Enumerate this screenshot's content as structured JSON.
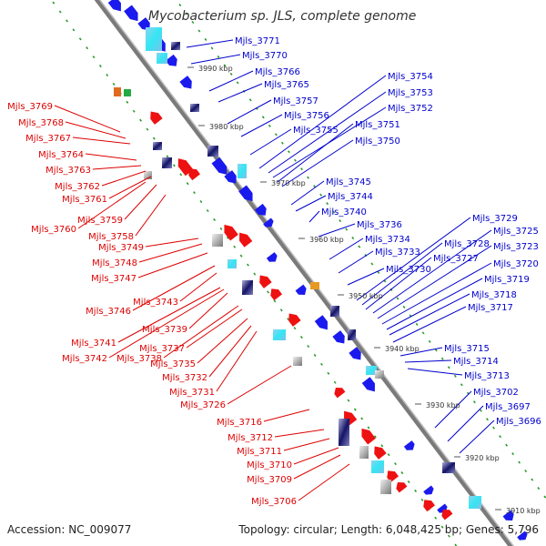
{
  "title": "Mycobacterium sp. JLS, complete genome",
  "footer": {
    "accession": "Accession: NC_009077",
    "summary": "Topology: circular; Length: 6,048,425 bp; Genes: 5,796"
  },
  "colors": {
    "forward_label": "#0000cc",
    "reverse_label": "#dd0000",
    "backbone": "#7a7a7a",
    "tick_marks": "#2a9a2a",
    "forward_gene": "#1a1aee",
    "reverse_gene": "#ee1111"
  },
  "kbp_ticks": [
    "3990 kbp",
    "3980 kbp",
    "3970 kbp",
    "3960 kbp",
    "3950 kbp",
    "3940 kbp",
    "3930 kbp",
    "3920 kbp",
    "3910 kbp"
  ],
  "forward_genes": [
    "Mjls_3771",
    "Mjls_3770",
    "Mjls_3766",
    "Mjls_3765",
    "Mjls_3757",
    "Mjls_3756",
    "Mjls_3755",
    "Mjls_3754",
    "Mjls_3753",
    "Mjls_3752",
    "Mjls_3751",
    "Mjls_3750",
    "Mjls_3745",
    "Mjls_3744",
    "Mjls_3740",
    "Mjls_3736",
    "Mjls_3734",
    "Mjls_3733",
    "Mjls_3730",
    "Mjls_3729",
    "Mjls_3728",
    "Mjls_3727",
    "Mjls_3725",
    "Mjls_3723",
    "Mjls_3720",
    "Mjls_3719",
    "Mjls_3718",
    "Mjls_3717",
    "Mjls_3715",
    "Mjls_3714",
    "Mjls_3713",
    "Mjls_3702",
    "Mjls_3697",
    "Mjls_3696"
  ],
  "reverse_genes": [
    "Mjls_3769",
    "Mjls_3768",
    "Mjls_3767",
    "Mjls_3764",
    "Mjls_3763",
    "Mjls_3762",
    "Mjls_3761",
    "Mjls_3759",
    "Mjls_3760",
    "Mjls_3758",
    "Mjls_3749",
    "Mjls_3748",
    "Mjls_3747",
    "Mjls_3743",
    "Mjls_3746",
    "Mjls_3739",
    "Mjls_3741",
    "Mjls_3742",
    "Mjls_3738",
    "Mjls_3737",
    "Mjls_3735",
    "Mjls_3732",
    "Mjls_3731",
    "Mjls_3726",
    "Mjls_3716",
    "Mjls_3712",
    "Mjls_3711",
    "Mjls_3710",
    "Mjls_3709",
    "Mjls_3706"
  ]
}
